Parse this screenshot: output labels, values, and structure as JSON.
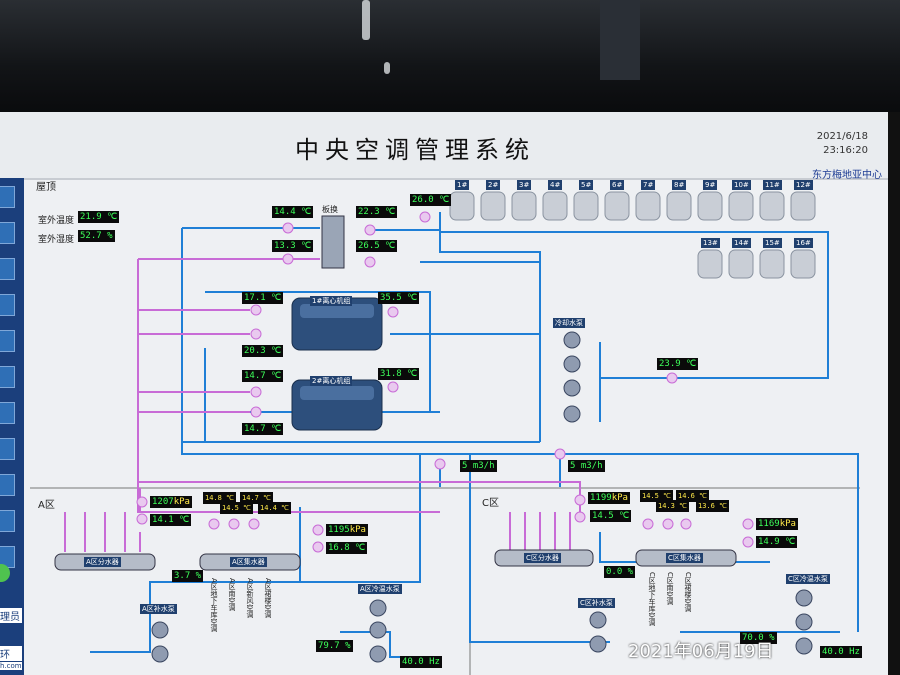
{
  "header": {
    "title": "中央空调管理系统",
    "date": "2021/6/18",
    "time": "23:16:20",
    "org": "东方梅地亚中心"
  },
  "sidebar": {
    "bottom_label": "理员",
    "bottom_label2": "环",
    "bottom_label3": "h.com"
  },
  "roof": {
    "section_label": "屋顶",
    "outdoor_temp_label": "室外温度",
    "outdoor_temp": "21.9 ℃",
    "outdoor_humidity_label": "室外湿度",
    "outdoor_humidity": "52.7 %",
    "plate_hx_label": "板换",
    "cooling_tower_temp": "26.0 ℃",
    "tower_labels_row1": [
      "1#",
      "2#",
      "3#",
      "4#",
      "5#",
      "6#",
      "7#",
      "8#",
      "9#",
      "10#",
      "11#",
      "12#"
    ],
    "tower_labels_row2": [
      "13#",
      "14#",
      "15#",
      "16#"
    ]
  },
  "plant": {
    "hx_in_left_top": "14.4 ℃",
    "hx_in_left_bottom": "13.3 ℃",
    "hx_out_right_top": "22.3 ℃",
    "hx_out_right_bottom": "26.5 ℃",
    "chiller1_label": "1#离心机组",
    "chiller1_left_in": "17.1 ℃",
    "chiller1_left_out": "20.3 ℃",
    "chiller1_right": "35.5 ℃",
    "chiller2_label": "2#离心机组",
    "chiller2_left_in": "14.7 ℃",
    "chiller2_left_out": "14.7 ℃",
    "chiller2_right": "31.8 ℃",
    "cooling_pump_label": "冷却水泵",
    "cooling_return_temp": "23.9 ℃",
    "flow1": "5 m3/h",
    "flow2": "5 m3/h"
  },
  "zone_a": {
    "label": "A区",
    "supply_pressure": "1207",
    "supply_pressure_unit": "kPa",
    "supply_temp": "14.1 ℃",
    "return_pressure": "1195",
    "return_pressure_unit": "kPa",
    "return_temp": "16.8 ℃",
    "branch_temps": [
      "14.8 ℃",
      "14.5 ℃",
      "14.7 ℃",
      "14.4 ℃"
    ],
    "distributor_label": "A区分水器",
    "collector_label": "A区集水器",
    "bypass_valve": "3.7 %",
    "makeup_pump_label": "A区补水泵",
    "chilled_pump_label": "A区冷温水泵",
    "pump_valve": "79.7 %",
    "pump_freq": "40.0 Hz",
    "branch_names": [
      "A区地下车库空调",
      "A区南空调",
      "A区新风空调",
      "A区裙楼空调"
    ]
  },
  "zone_c": {
    "label": "C区",
    "supply_pressure": "1199",
    "supply_pressure_unit": "kPa",
    "supply_temp": "14.5 ℃",
    "return_pressure": "1169",
    "return_pressure_unit": "kPa",
    "return_temp": "14.9 ℃",
    "branch_temps": [
      "14.5 ℃",
      "14.3 ℃",
      "14.6 ℃",
      "13.6 ℃"
    ],
    "distributor_label": "C区分水器",
    "collector_label": "C区集水器",
    "bypass_valve": "0.0 %",
    "makeup_pump_label": "C区补水泵",
    "chilled_pump_label": "C区冷温水泵",
    "pump_valve": "70.0 %",
    "pump_freq": "40.0 Hz",
    "branch_names": [
      "C区地下车库空调",
      "C区南空调",
      "C区裙楼空调"
    ]
  },
  "photo_overlay_date": "2021年06月19日",
  "colors": {
    "chilled_pipe": "#1f7fd6",
    "hot_pipe": "#c86bd6",
    "value_bg": "#0a0a0a",
    "value_text": "#ffe94a",
    "sidebar": "#1b3f7c"
  }
}
